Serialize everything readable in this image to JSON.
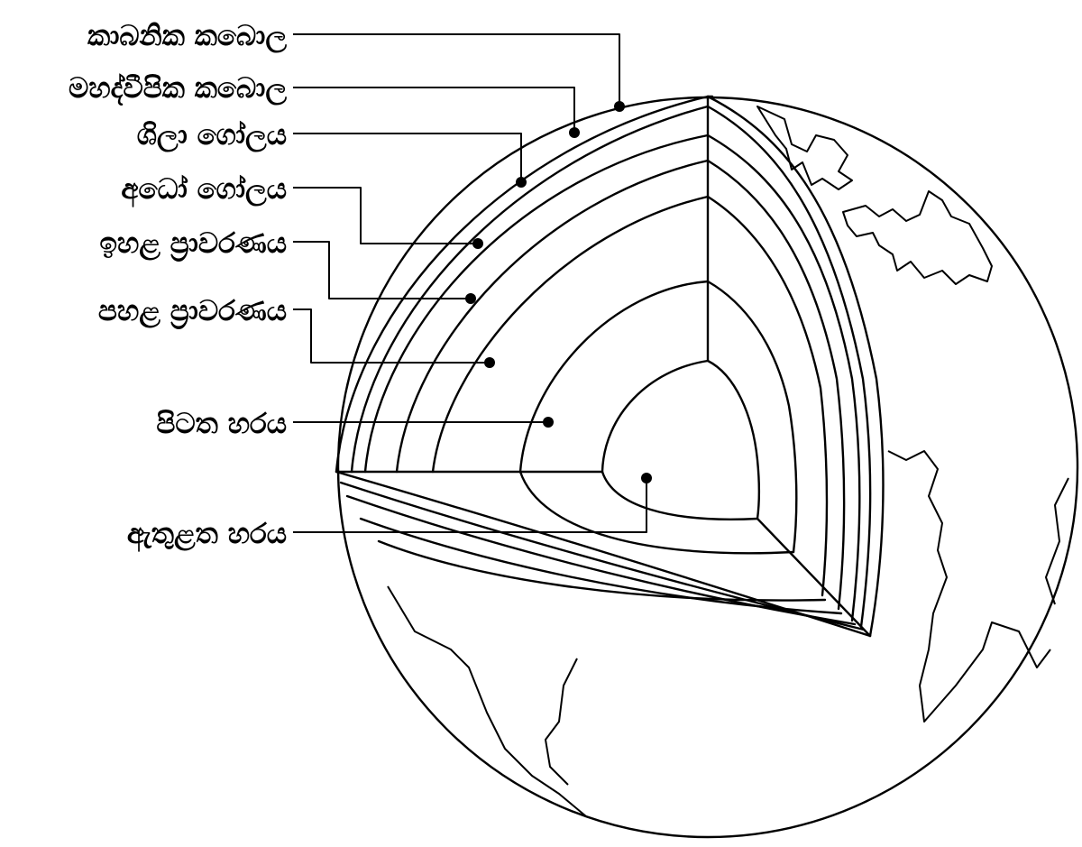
{
  "diagram": {
    "labels": [
      {
        "id": "lbl-1",
        "text": "කාබනික කබොල"
      },
      {
        "id": "lbl-2",
        "text": "මහද්වීපික කබොල"
      },
      {
        "id": "lbl-3",
        "text": "ශිලා ගෝලය"
      },
      {
        "id": "lbl-4",
        "text": "අධෝ ගෝලය"
      },
      {
        "id": "lbl-5",
        "text": "ඉහළ ප්‍රාවරණය"
      },
      {
        "id": "lbl-6",
        "text": "පහළ ප්‍රාවරණය"
      },
      {
        "id": "lbl-7",
        "text": "පිටත හරය"
      },
      {
        "id": "lbl-8",
        "text": "ඇතුළත හරය"
      }
    ],
    "colors": {
      "ink": "#000000",
      "background": "#ffffff"
    }
  }
}
